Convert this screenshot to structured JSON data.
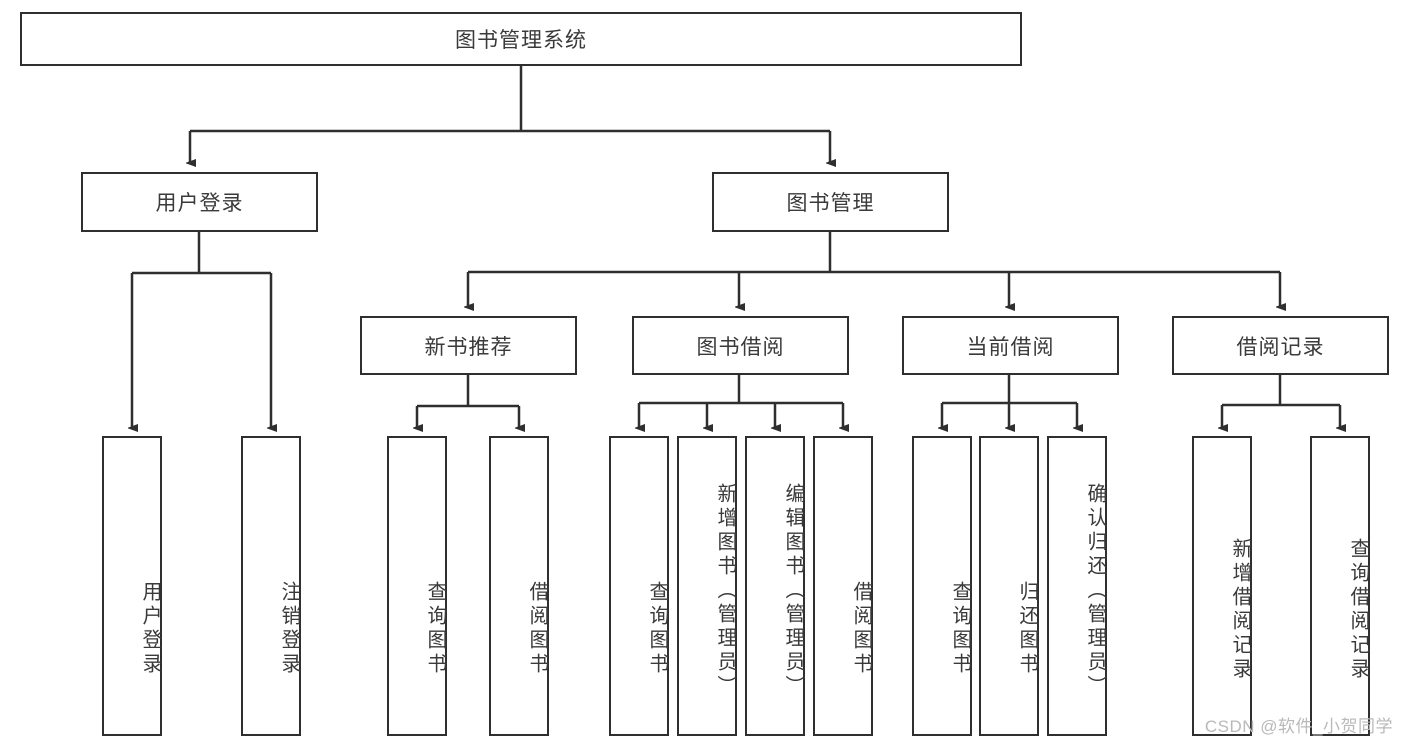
{
  "diagram": {
    "type": "tree",
    "title": "图书管理系统",
    "watermark": "CSDN @软件_小贺同学",
    "root": {
      "label": "图书管理系统"
    },
    "level2": [
      {
        "id": "user-login",
        "label": "用户登录"
      },
      {
        "id": "book-manage",
        "label": "图书管理"
      }
    ],
    "level3": [
      {
        "id": "new-book-recommend",
        "label": "新书推荐",
        "parent": "book-manage"
      },
      {
        "id": "book-borrow",
        "label": "图书借阅",
        "parent": "book-manage"
      },
      {
        "id": "current-borrow",
        "label": "当前借阅",
        "parent": "book-manage"
      },
      {
        "id": "borrow-record",
        "label": "借阅记录",
        "parent": "book-manage"
      }
    ],
    "leaves": [
      {
        "id": "leaf-user-login",
        "label": "用户登录",
        "parent": "user-login"
      },
      {
        "id": "leaf-user-logout",
        "label": "注销登录",
        "parent": "user-login"
      },
      {
        "id": "leaf-query-book-1",
        "label": "查询图书",
        "parent": "new-book-recommend"
      },
      {
        "id": "leaf-borrow-book-1",
        "label": "借阅图书",
        "parent": "new-book-recommend"
      },
      {
        "id": "leaf-query-book-2",
        "label": "查询图书",
        "parent": "book-borrow"
      },
      {
        "id": "leaf-add-book",
        "label": "新增图书（管理员）",
        "parent": "book-borrow"
      },
      {
        "id": "leaf-edit-book",
        "label": "编辑图书（管理员）",
        "parent": "book-borrow"
      },
      {
        "id": "leaf-borrow-book-2",
        "label": "借阅图书",
        "parent": "book-borrow"
      },
      {
        "id": "leaf-query-book-3",
        "label": "查询图书",
        "parent": "current-borrow"
      },
      {
        "id": "leaf-return-book",
        "label": "归还图书",
        "parent": "current-borrow"
      },
      {
        "id": "leaf-confirm-return",
        "label": "确认归还（管理员）",
        "parent": "current-borrow"
      },
      {
        "id": "leaf-add-record",
        "label": "新增借阅记录",
        "parent": "borrow-record"
      },
      {
        "id": "leaf-query-record",
        "label": "查询借阅记录",
        "parent": "borrow-record"
      }
    ],
    "colors": {
      "stroke": "#2f2f2f",
      "fill": "#ffffff",
      "text": "#3a3a3a",
      "watermark": "#b9b9b9"
    }
  }
}
